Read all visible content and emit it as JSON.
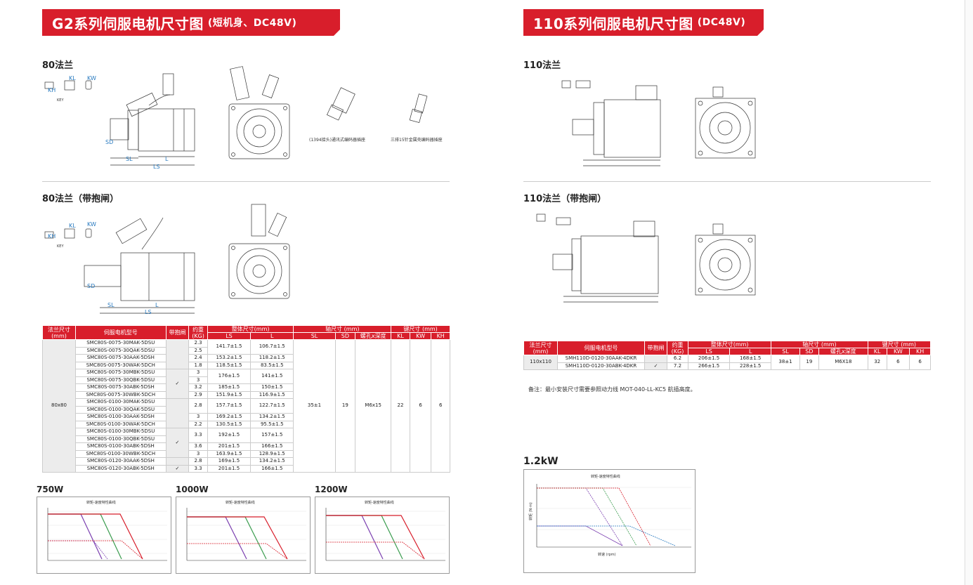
{
  "left_banner": {
    "title": "G2系列伺服电机尺寸图",
    "sub": "(短机身、DC48V)"
  },
  "right_banner": {
    "title": "110系列伺服电机尺寸图",
    "sub": "(DC48V)"
  },
  "sections": {
    "l1": "80法兰",
    "l2": "80法兰（带抱闸）",
    "r1": "110法兰",
    "r2": "110法兰（带抱闸）"
  },
  "captions": {
    "enc1394": "(1394接头)通讯式编码器插座",
    "enc15": "三排15针金属壳编码器插座"
  },
  "dim_labels": {
    "sl": "SL",
    "l": "L",
    "ls": "LS",
    "sd": "SD",
    "kl": "KL",
    "kw": "KW",
    "kh": "KH",
    "key": "KEY"
  },
  "table80": {
    "headers": {
      "flange": "法兰尺寸\n(mm)",
      "model": "伺服电机型号",
      "brake": "带抱闸",
      "weight": "约重\n(KG)",
      "overall": "整体尺寸(mm)",
      "shaft": "轴尺寸 (mm)",
      "key": "键尺寸 (mm)",
      "ls": "LS",
      "l": "L",
      "sl": "SL",
      "sd": "SD",
      "hole": "螺孔x深度",
      "kl": "KL",
      "kw": "KW",
      "kh": "KH"
    },
    "flange_value": "80x80",
    "sl": "35±1",
    "sd": "19",
    "hole": "M6x15",
    "kl": "22",
    "kw": "6",
    "kh": "6",
    "rows": [
      {
        "model": "SMC80S-0075-30MAK-5DSU",
        "w": "2.3",
        "ls": "141.7±1.5",
        "l": "106.7±1.5"
      },
      {
        "model": "SMC80S-0075-30QAK-5DSU",
        "w": "2.5",
        "ls": "",
        "l": ""
      },
      {
        "model": "SMC80S-0075-30AAK-5DSH",
        "w": "2.4",
        "ls": "153.2±1.5",
        "l": "118.2±1.5"
      },
      {
        "model": "SMC80S-0075-30WAK-5DCH",
        "w": "1.8",
        "ls": "118.5±1.5",
        "l": "83.5±1.5"
      },
      {
        "model": "SMC80S-0075-30MBK-5DSU",
        "w": "3",
        "ls": "176±1.5",
        "l": "141±1.5"
      },
      {
        "model": "SMC80S-0075-30QBK-5DSU",
        "w": "3",
        "ls": "",
        "l": ""
      },
      {
        "model": "SMC80S-0075-30ABK-5DSH",
        "w": "3.2",
        "ls": "185±1.5",
        "l": "150±1.5"
      },
      {
        "model": "SMC80S-0075-30WBK-5DCH",
        "w": "2.9",
        "ls": "151.9±1.5",
        "l": "116.9±1.5"
      },
      {
        "model": "SMC80S-0100-30MAK-5DSU",
        "w": "2.8",
        "ls": "157.7±1.5",
        "l": "122.7±1.5"
      },
      {
        "model": "SMC80S-0100-30QAK-5DSU",
        "w": "",
        "ls": "",
        "l": ""
      },
      {
        "model": "SMC80S-0100-30AAK-5DSH",
        "w": "3",
        "ls": "169.2±1.5",
        "l": "134.2±1.5"
      },
      {
        "model": "SMC80S-0100-30WAK-5DCH",
        "w": "2.2",
        "ls": "130.5±1.5",
        "l": "95.5±1.5"
      },
      {
        "model": "SMC80S-0100-30MBK-5DSU",
        "w": "3.3",
        "ls": "192±1.5",
        "l": "157±1.5"
      },
      {
        "model": "SMC80S-0100-30QBK-5DSU",
        "w": "",
        "ls": "",
        "l": ""
      },
      {
        "model": "SMC80S-0100-30ABK-5DSH",
        "w": "3.6",
        "ls": "201±1.5",
        "l": "166±1.5"
      },
      {
        "model": "SMC80S-0100-30WBK-5DCH",
        "w": "3",
        "ls": "163.9±1.5",
        "l": "128.9±1.5"
      },
      {
        "model": "SMC80S-0120-30AAK-5DSH",
        "w": "2.8",
        "ls": "169±1.5",
        "l": "134.2±1.5"
      },
      {
        "model": "SMC80S-0120-30ABK-5DSH",
        "w": "3.3",
        "ls": "201±1.5",
        "l": "166±1.5"
      }
    ],
    "brake_mark": "✓"
  },
  "table110": {
    "headers": {
      "flange": "法兰尺寸\n(mm)",
      "model": "伺服电机型号",
      "brake": "带抱闸",
      "weight": "约重\n(KG)",
      "overall": "整体尺寸(mm)",
      "shaft": "轴尺寸 (mm)",
      "key": "键尺寸 (mm)",
      "ls": "LS",
      "l": "L",
      "sl": "SL",
      "sd": "SD",
      "hole": "螺孔x深度",
      "kl": "KL",
      "kw": "KW",
      "kh": "KH"
    },
    "flange_value": "110x110",
    "rows": [
      {
        "model": "SMH110D-0120-30AAK-4DKR",
        "brake": "",
        "w": "6.2",
        "ls": "206±1.5",
        "l": "168±1.5"
      },
      {
        "model": "SMH110D-0120-30ABK-4DKR",
        "brake": "✓",
        "w": "7.2",
        "ls": "266±1.5",
        "l": "228±1.5"
      }
    ],
    "sl": "38±1",
    "sd": "19",
    "hole": "M6X18",
    "kl": "32",
    "kw": "6",
    "kh": "6"
  },
  "note110": "备注：最小安装尺寸需要参照动力线 MOT-040-LL-KC5 航插高度。",
  "charts": {
    "c750": {
      "label": "750W",
      "title": "转矩-速度特性曲线"
    },
    "c1000": {
      "label": "1000W",
      "title": "转矩-速度特性曲线"
    },
    "c1200": {
      "label": "1200W",
      "title": "转矩-速度特性曲线"
    },
    "c12kw": {
      "label": "1.2kW",
      "title": "转矩-速度特性曲线",
      "xlabel": "转速 (rpm)",
      "ylabel": "转矩 (N·m)"
    }
  },
  "colors": {
    "accent": "#d81e2b",
    "header_bg": "#d81e2b",
    "row_shade": "#ececec"
  }
}
